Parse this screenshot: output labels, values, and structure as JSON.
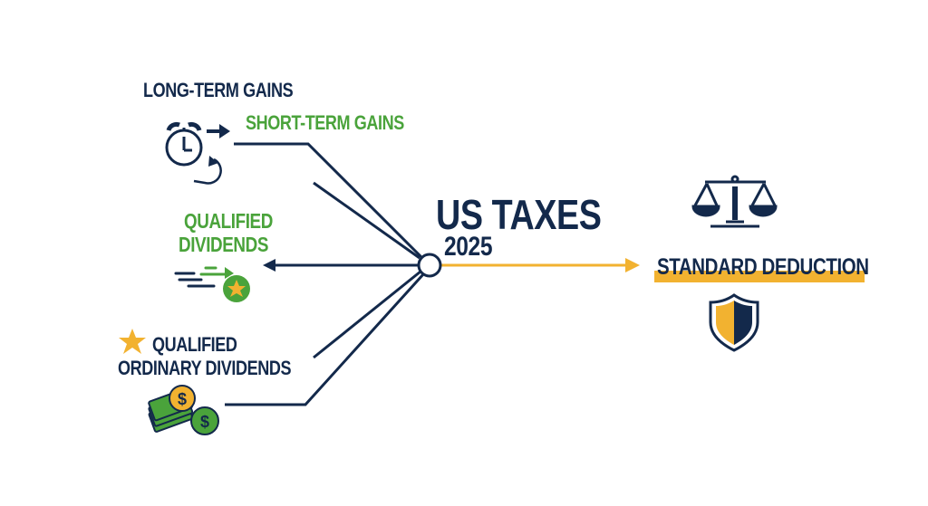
{
  "colors": {
    "navy": "#13294b",
    "green": "#4aa33b",
    "gold": "#f2b230",
    "background": "#ffffff"
  },
  "center": {
    "title": "US TAXES",
    "year": "2025",
    "node": "hub-circle"
  },
  "left_items": [
    {
      "label": "LONG-TERM GAINS",
      "color": "navy",
      "icon": "alarm-clock-icon"
    },
    {
      "label": "SHORT-TERM GAINS",
      "color": "green",
      "icon": "arrow-right-icon"
    },
    {
      "label": "QUALIFIED DIVIDENDS",
      "line1": "QUALIFIED",
      "line2": "DIVIDENDS",
      "color": "green",
      "icon": "speeding-coin-star-icon"
    },
    {
      "label": "QUALIFIED ORDINARY DIVIDENDS",
      "line1": "QUALIFIED",
      "line2": "ORDINARY DIVIDENDS",
      "color": "navy",
      "icon": "money-stack-coins-icon",
      "badge_icon": "star-icon"
    }
  ],
  "right_items": {
    "label": "STANDARD DEDUCTION",
    "top_icon": "scales-of-justice-icon",
    "bottom_icon": "shield-icon"
  }
}
